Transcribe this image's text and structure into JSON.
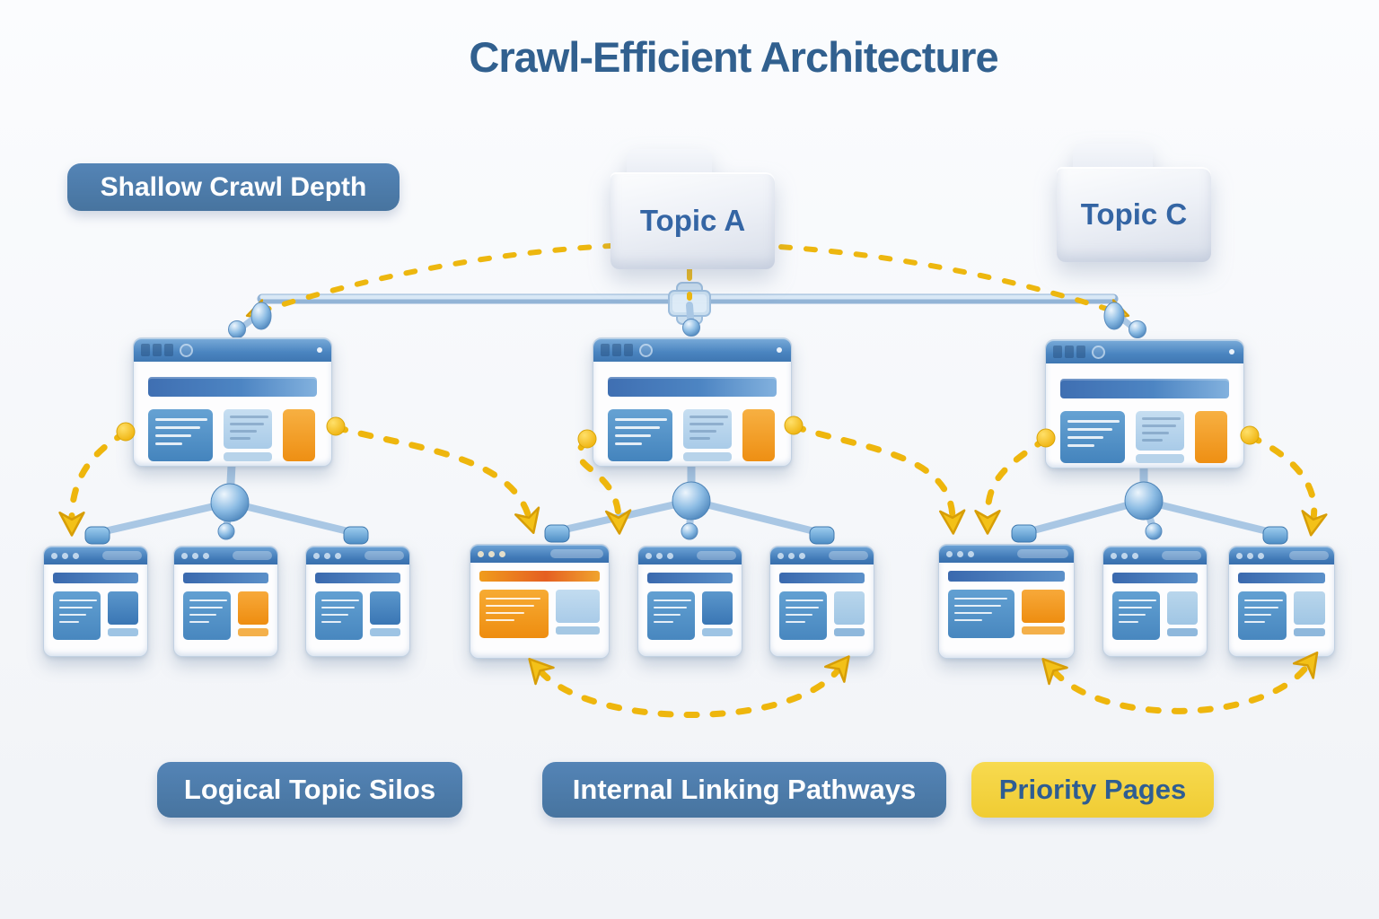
{
  "title": "Crawl-Efficient Architecture",
  "badges": {
    "shallow_crawl_depth": "Shallow Crawl Depth",
    "logical_topic_silos": "Logical Topic Silos",
    "internal_linking_pathways": "Internal Linking Pathways",
    "priority_pages": "Priority Pages"
  },
  "folders": [
    {
      "label": "Topic A"
    },
    {
      "label": "Topic C"
    }
  ],
  "silos": [
    {
      "name": "topic-a-silo",
      "hub": "hub-page",
      "children": [
        "blue",
        "orange",
        "blue"
      ]
    },
    {
      "name": "topic-b-silo",
      "hub": "hub-page",
      "children": [
        "priority",
        "blue",
        "light"
      ]
    },
    {
      "name": "topic-c-silo",
      "hub": "hub-page",
      "children": [
        "orange",
        "light",
        "light"
      ]
    }
  ],
  "colors": {
    "title_text": "#31608f",
    "badge_blue": "#4a7aae",
    "badge_yellow": "#f5d33f",
    "badge_yellow_text": "#2e5d92",
    "link_path_yellow": "#eeb60d",
    "window_titlebar_blue": "#4a84c0",
    "priority_orange": "#ef8f13",
    "connector_blue": "#a9c7e4",
    "folder_label_blue": "#3465a4"
  }
}
